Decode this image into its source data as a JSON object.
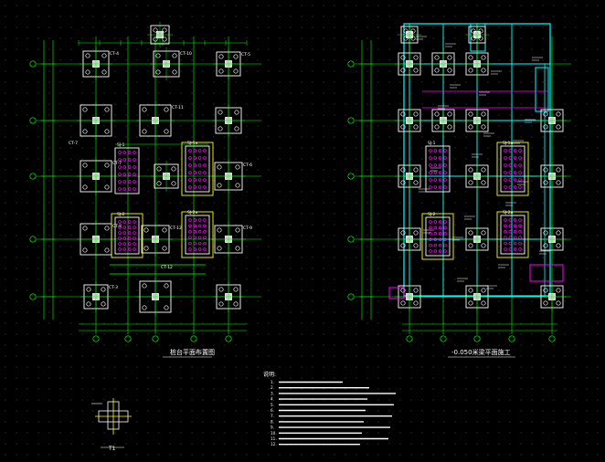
{
  "drawing": {
    "background": "#000000",
    "colors": {
      "axis": "#00ff00",
      "dimension": "#00ff00",
      "pile_cap": "#ffffff",
      "column": "#ffffff",
      "grade_beam": "#00ffff",
      "pile": "#ff00ff",
      "highlight": "#ffff00",
      "label": "#ffffff"
    }
  },
  "left_plan": {
    "title": "桩台平面布置图",
    "cap_labels": [
      "CT-4",
      "CT-10",
      "CT-5",
      "CT-11",
      "CT-7",
      "CT-6",
      "CT-8",
      "CT-12",
      "CT-9",
      "CT-3",
      "SJ-1",
      "SJ-1a",
      "SJ-2",
      "SJ-2a"
    ]
  },
  "right_plan": {
    "title": "-0.050米梁平面施工"
  },
  "notes": {
    "heading": "说明:"
  },
  "detail": {
    "label": "T1"
  }
}
